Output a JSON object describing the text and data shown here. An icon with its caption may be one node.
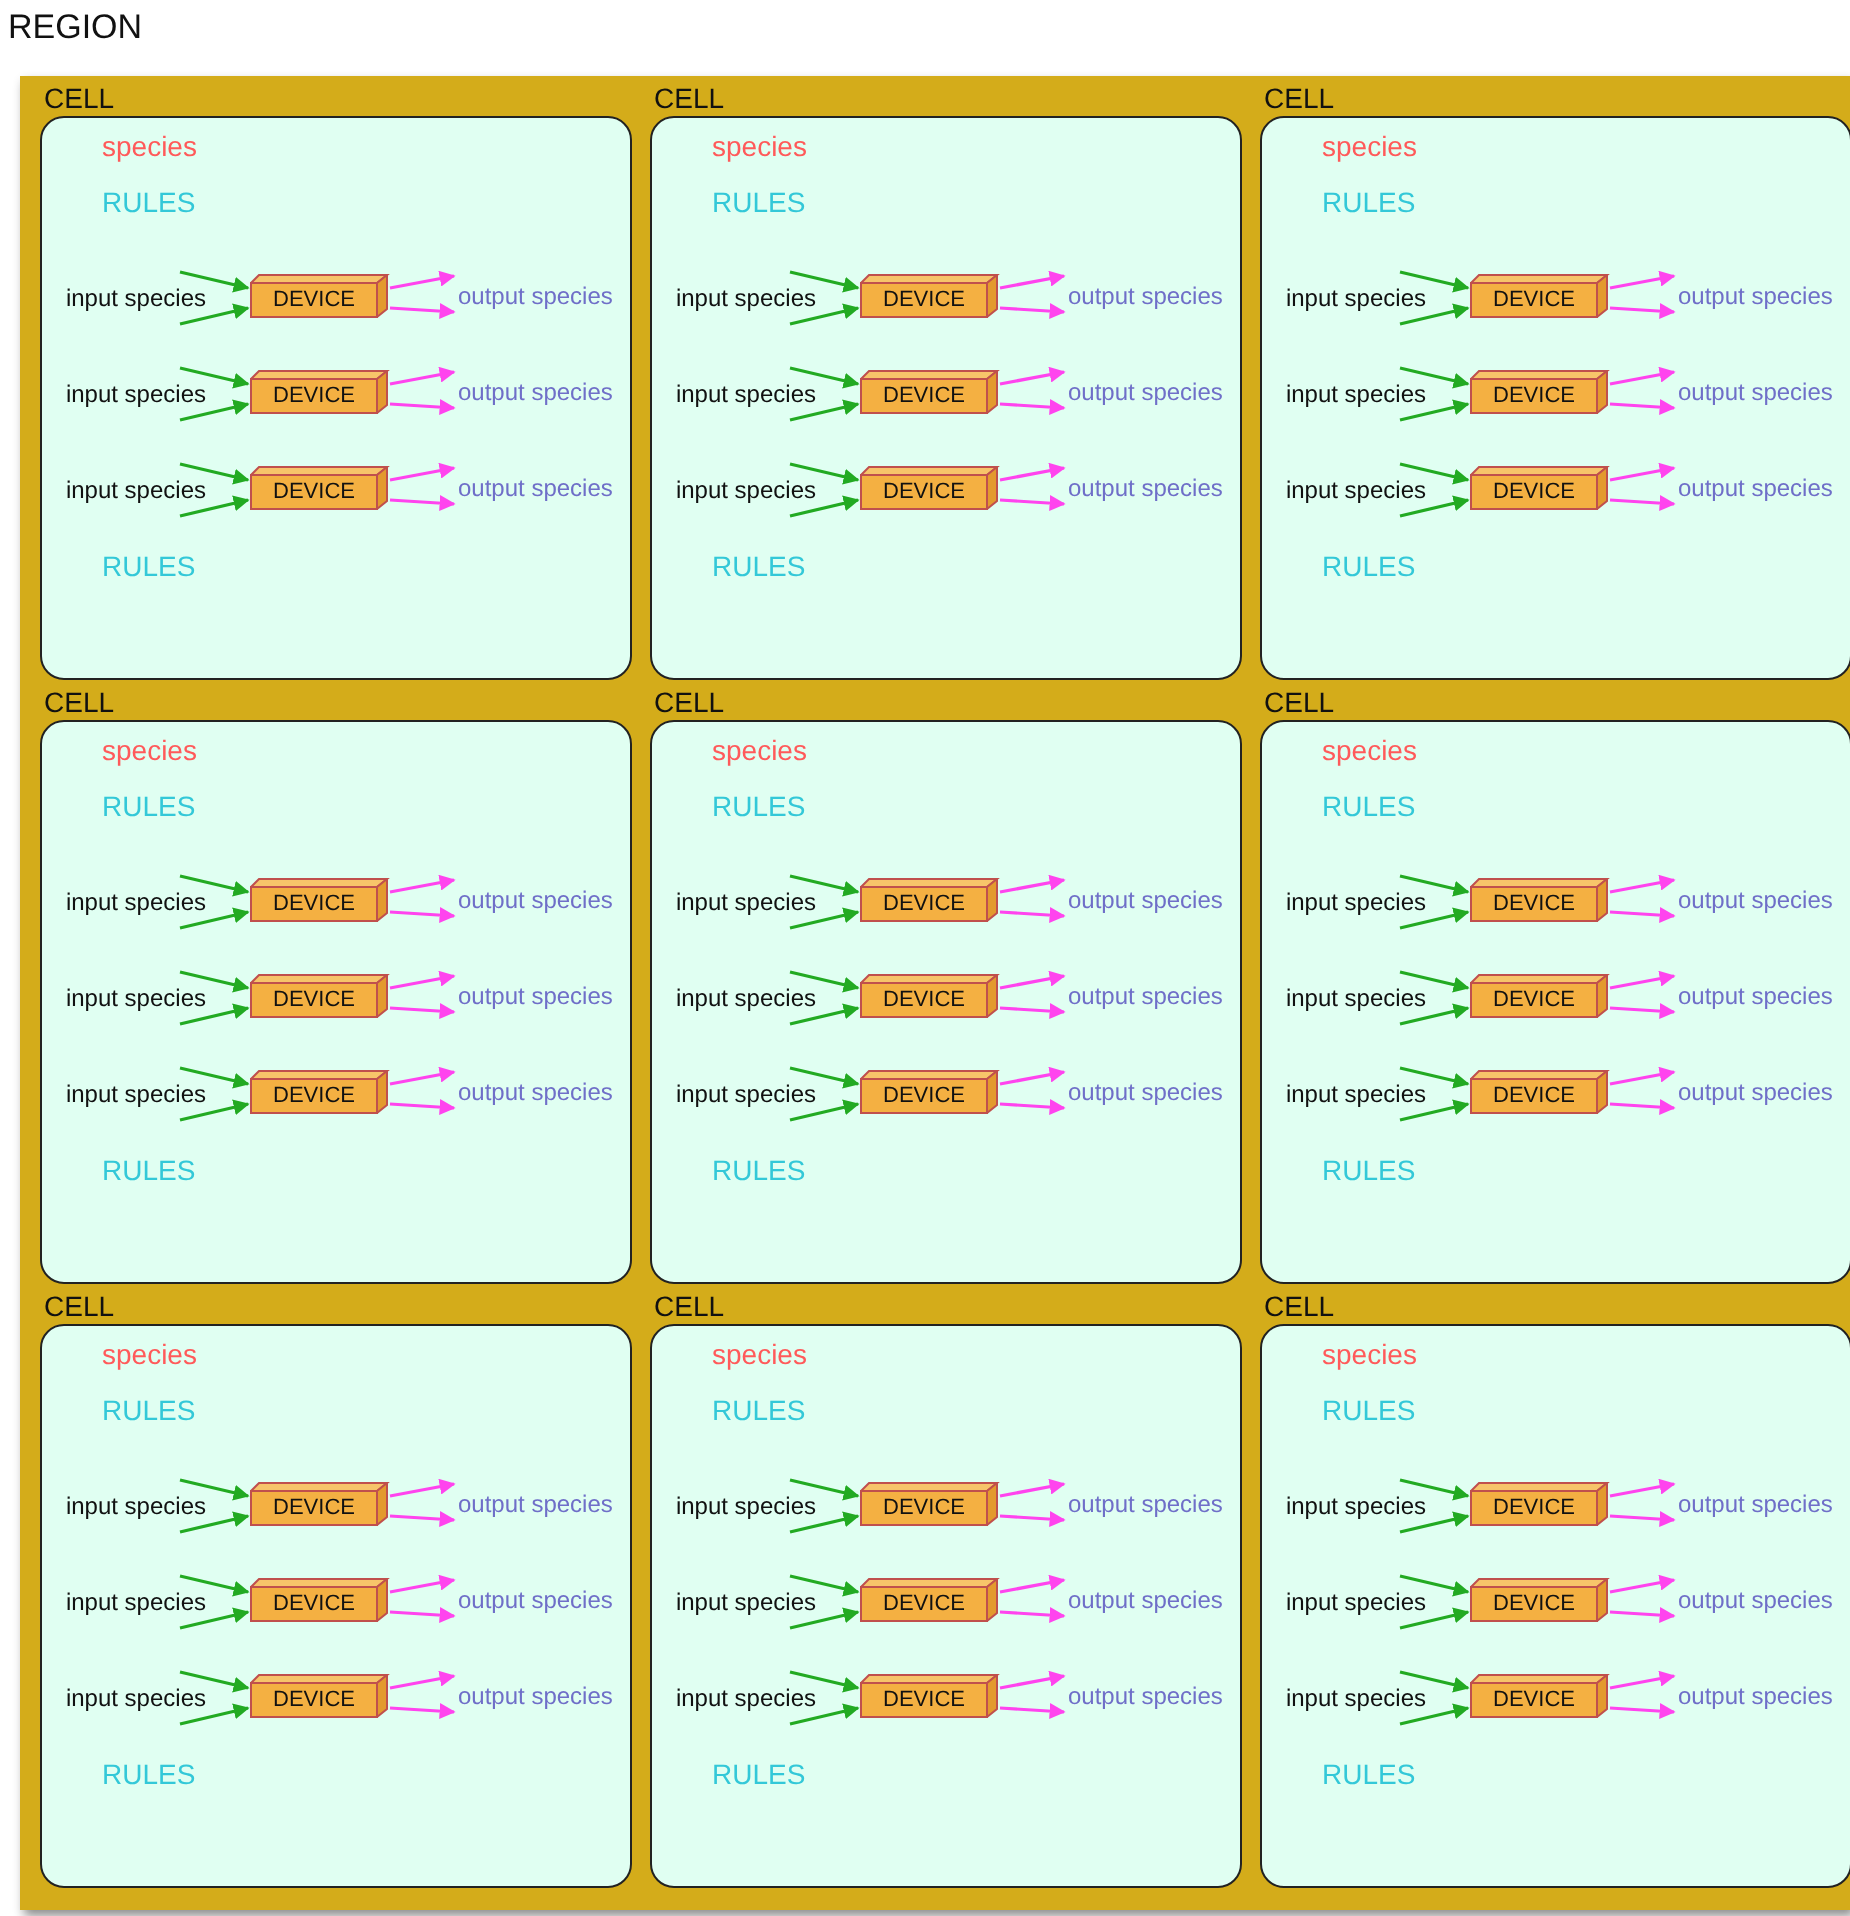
{
  "diagram": {
    "nodes": [
      {
        "text": [
          "REGION"
        ]
      },
      {
        "text": [
          "CELL",
          "species",
          "RULES",
          "RULES"
        ],
        "in": 0
      },
      {
        "text": [
          "DEVICE"
        ],
        "in": 1,
        "beside": [
          "input species"
        ]
      },
      {
        "text": [
          "DEVICE"
        ],
        "in": 1,
        "beside": [
          "input species"
        ]
      },
      {
        "text": [
          "DEVICE"
        ],
        "in": 1,
        "beside": [
          "input species"
        ]
      },
      {
        "text": [
          "CELL",
          "species",
          "RULES",
          "RULES"
        ],
        "in": 0
      },
      {
        "text": [
          "DEVICE"
        ],
        "in": 5,
        "beside": [
          "input species"
        ]
      },
      {
        "text": [
          "DEVICE"
        ],
        "in": 5,
        "beside": [
          "input species"
        ]
      },
      {
        "text": [
          "DEVICE"
        ],
        "in": 5,
        "beside": [
          "input species"
        ]
      },
      {
        "text": [
          "CELL",
          "species",
          "RULES",
          "RULES"
        ],
        "in": 0
      },
      {
        "text": [
          "DEVICE"
        ],
        "in": 9,
        "beside": [
          "input species"
        ]
      },
      {
        "text": [
          "DEVICE"
        ],
        "in": 9,
        "beside": [
          "input species"
        ]
      },
      {
        "text": [
          "DEVICE"
        ],
        "in": 9,
        "beside": [
          "input species"
        ]
      },
      {
        "text": [
          "CELL",
          "species",
          "RULES",
          "RULES"
        ],
        "in": 0
      },
      {
        "text": [
          "DEVICE"
        ],
        "in": 13,
        "beside": [
          "input species"
        ]
      },
      {
        "text": [
          "DEVICE"
        ],
        "in": 13,
        "beside": [
          "input species"
        ]
      },
      {
        "text": [
          "DEVICE"
        ],
        "in": 13,
        "beside": [
          "input species"
        ]
      },
      {
        "text": [
          "CELL",
          "species",
          "RULES",
          "RULES"
        ],
        "in": 0
      },
      {
        "text": [
          "DEVICE"
        ],
        "in": 17,
        "beside": [
          "input species"
        ]
      },
      {
        "text": [
          "DEVICE"
        ],
        "in": 17,
        "beside": [
          "input species"
        ]
      },
      {
        "text": [
          "DEVICE"
        ],
        "in": 17,
        "beside": [
          "input species"
        ]
      },
      {
        "text": [
          "CELL",
          "species",
          "RULES",
          "RULES"
        ],
        "in": 0
      },
      {
        "text": [
          "DEVICE"
        ],
        "in": 21,
        "beside": [
          "input species"
        ]
      },
      {
        "text": [
          "DEVICE"
        ],
        "in": 21,
        "beside": [
          "input species"
        ]
      },
      {
        "text": [
          "DEVICE"
        ],
        "in": 21,
        "beside": [
          "input species"
        ]
      },
      {
        "text": [
          "CELL",
          "species",
          "RULES",
          "RULES"
        ],
        "in": 0
      },
      {
        "text": [
          "DEVICE"
        ],
        "in": 25,
        "beside": [
          "input species"
        ]
      },
      {
        "text": [
          "DEVICE"
        ],
        "in": 25,
        "beside": [
          "input species"
        ]
      },
      {
        "text": [
          "DEVICE"
        ],
        "in": 25,
        "beside": [
          "input species"
        ]
      },
      {
        "text": [
          "CELL",
          "species",
          "RULES",
          "RULES"
        ],
        "in": 0
      },
      {
        "text": [
          "DEVICE"
        ],
        "in": 29,
        "beside": [
          "input species"
        ]
      },
      {
        "text": [
          "DEVICE"
        ],
        "in": 29,
        "beside": [
          "input species"
        ]
      },
      {
        "text": [
          "DEVICE"
        ],
        "in": 29,
        "beside": [
          "input species"
        ]
      },
      {
        "text": [
          "CELL",
          "species",
          "RULES",
          "RULES"
        ],
        "in": 0
      },
      {
        "text": [
          "DEVICE"
        ],
        "in": 33,
        "beside": [
          "input species"
        ]
      },
      {
        "text": [
          "DEVICE"
        ],
        "in": 33,
        "beside": [
          "input species"
        ]
      },
      {
        "text": [
          "DEVICE"
        ],
        "in": 33,
        "beside": [
          "input species"
        ]
      },
      {
        "text": [
          "output species"
        ],
        "in": 1
      },
      {
        "text": [
          "output species"
        ],
        "in": 1
      },
      {
        "text": [
          "output species"
        ],
        "in": 1
      },
      {
        "text": [
          "output species"
        ],
        "in": 5
      },
      {
        "text": [
          "output species"
        ],
        "in": 5
      },
      {
        "text": [
          "output species"
        ],
        "in": 5
      },
      {
        "text": [
          "output species"
        ],
        "in": 9
      },
      {
        "text": [
          "output species"
        ],
        "in": 9
      },
      {
        "text": [
          "output species"
        ],
        "in": 9
      },
      {
        "text": [
          "output species"
        ],
        "in": 13
      },
      {
        "text": [
          "output species"
        ],
        "in": 13
      },
      {
        "text": [
          "output species"
        ],
        "in": 13
      },
      {
        "text": [
          "output species"
        ],
        "in": 17
      },
      {
        "text": [
          "output species"
        ],
        "in": 17
      },
      {
        "text": [
          "output species"
        ],
        "in": 17
      },
      {
        "text": [
          "output species"
        ],
        "in": 21
      },
      {
        "text": [
          "output species"
        ],
        "in": 21
      },
      {
        "text": [
          "output species"
        ],
        "in": 21
      },
      {
        "text": [
          "output species"
        ],
        "in": 25
      },
      {
        "text": [
          "output species"
        ],
        "in": 25
      },
      {
        "text": [
          "output species"
        ],
        "in": 25
      },
      {
        "text": [
          "output species"
        ],
        "in": 29
      },
      {
        "text": [
          "output species"
        ],
        "in": 29
      },
      {
        "text": [
          "output species"
        ],
        "in": 29
      },
      {
        "text": [
          "output species"
        ],
        "in": 33
      },
      {
        "text": [
          "output species"
        ],
        "in": 33
      },
      {
        "text": [
          "output species"
        ],
        "in": 33
      }
    ],
    "edges": [
      {
        "from": null,
        "to": 2,
        "arrow": "to",
        "color": "#22aa22"
      },
      {
        "from": null,
        "to": 2,
        "arrow": "to",
        "color": "#22aa22"
      },
      {
        "from": 2,
        "to": 37,
        "arrow": "to",
        "color": "#ff44ee"
      },
      {
        "from": 2,
        "to": 37,
        "arrow": "to",
        "color": "#ff44ee"
      },
      {
        "from": null,
        "to": 3,
        "arrow": "to",
        "color": "#22aa22"
      },
      {
        "from": null,
        "to": 3,
        "arrow": "to",
        "color": "#22aa22"
      },
      {
        "from": 3,
        "to": 38,
        "arrow": "to",
        "color": "#ff44ee"
      },
      {
        "from": 3,
        "to": 38,
        "arrow": "to",
        "color": "#ff44ee"
      },
      {
        "from": null,
        "to": 4,
        "arrow": "to",
        "color": "#22aa22"
      },
      {
        "from": null,
        "to": 4,
        "arrow": "to",
        "color": "#22aa22"
      },
      {
        "from": 4,
        "to": 39,
        "arrow": "to",
        "color": "#ff44ee"
      },
      {
        "from": 4,
        "to": 39,
        "arrow": "to",
        "color": "#ff44ee"
      },
      {
        "from": null,
        "to": 6,
        "arrow": "to",
        "color": "#22aa22"
      },
      {
        "from": null,
        "to": 6,
        "arrow": "to",
        "color": "#22aa22"
      },
      {
        "from": 6,
        "to": 40,
        "arrow": "to",
        "color": "#ff44ee"
      },
      {
        "from": 6,
        "to": 40,
        "arrow": "to",
        "color": "#ff44ee"
      },
      {
        "from": null,
        "to": 7,
        "arrow": "to",
        "color": "#22aa22"
      },
      {
        "from": null,
        "to": 7,
        "arrow": "to",
        "color": "#22aa22"
      },
      {
        "from": 7,
        "to": 41,
        "arrow": "to",
        "color": "#ff44ee"
      },
      {
        "from": 7,
        "to": 41,
        "arrow": "to",
        "color": "#ff44ee"
      },
      {
        "from": null,
        "to": 8,
        "arrow": "to",
        "color": "#22aa22"
      },
      {
        "from": null,
        "to": 8,
        "arrow": "to",
        "color": "#22aa22"
      },
      {
        "from": 8,
        "to": 42,
        "arrow": "to",
        "color": "#ff44ee"
      },
      {
        "from": 8,
        "to": 42,
        "arrow": "to",
        "color": "#ff44ee"
      },
      {
        "from": null,
        "to": 10,
        "arrow": "to",
        "color": "#22aa22"
      },
      {
        "from": null,
        "to": 10,
        "arrow": "to",
        "color": "#22aa22"
      },
      {
        "from": 10,
        "to": 43,
        "arrow": "to",
        "color": "#ff44ee"
      },
      {
        "from": 10,
        "to": 43,
        "arrow": "to",
        "color": "#ff44ee"
      },
      {
        "from": null,
        "to": 11,
        "arrow": "to",
        "color": "#22aa22"
      },
      {
        "from": null,
        "to": 11,
        "arrow": "to",
        "color": "#22aa22"
      },
      {
        "from": 11,
        "to": 44,
        "arrow": "to",
        "color": "#ff44ee"
      },
      {
        "from": 11,
        "to": 44,
        "arrow": "to",
        "color": "#ff44ee"
      },
      {
        "from": null,
        "to": 12,
        "arrow": "to",
        "color": "#22aa22"
      },
      {
        "from": null,
        "to": 12,
        "arrow": "to",
        "color": "#22aa22"
      },
      {
        "from": 12,
        "to": 45,
        "arrow": "to",
        "color": "#ff44ee"
      },
      {
        "from": 12,
        "to": 45,
        "arrow": "to",
        "color": "#ff44ee"
      },
      {
        "from": null,
        "to": 14,
        "arrow": "to",
        "color": "#22aa22"
      },
      {
        "from": null,
        "to": 14,
        "arrow": "to",
        "color": "#22aa22"
      },
      {
        "from": 14,
        "to": 46,
        "arrow": "to",
        "color": "#ff44ee"
      },
      {
        "from": 14,
        "to": 46,
        "arrow": "to",
        "color": "#ff44ee"
      },
      {
        "from": null,
        "to": 15,
        "arrow": "to",
        "color": "#22aa22"
      },
      {
        "from": null,
        "to": 15,
        "arrow": "to",
        "color": "#22aa22"
      },
      {
        "from": 15,
        "to": 47,
        "arrow": "to",
        "color": "#ff44ee"
      },
      {
        "from": 15,
        "to": 47,
        "arrow": "to",
        "color": "#ff44ee"
      },
      {
        "from": null,
        "to": 16,
        "arrow": "to",
        "color": "#22aa22"
      },
      {
        "from": null,
        "to": 16,
        "arrow": "to",
        "color": "#22aa22"
      },
      {
        "from": 16,
        "to": 48,
        "arrow": "to",
        "color": "#ff44ee"
      },
      {
        "from": 16,
        "to": 48,
        "arrow": "to",
        "color": "#ff44ee"
      },
      {
        "from": null,
        "to": 18,
        "arrow": "to",
        "color": "#22aa22"
      },
      {
        "from": null,
        "to": 18,
        "arrow": "to",
        "color": "#22aa22"
      },
      {
        "from": 18,
        "to": 49,
        "arrow": "to",
        "color": "#ff44ee"
      },
      {
        "from": 18,
        "to": 49,
        "arrow": "to",
        "color": "#ff44ee"
      },
      {
        "from": null,
        "to": 19,
        "arrow": "to",
        "color": "#22aa22"
      },
      {
        "from": null,
        "to": 19,
        "arrow": "to",
        "color": "#22aa22"
      },
      {
        "from": 19,
        "to": 50,
        "arrow": "to",
        "color": "#ff44ee"
      },
      {
        "from": 19,
        "to": 50,
        "arrow": "to",
        "color": "#ff44ee"
      },
      {
        "from": null,
        "to": 20,
        "arrow": "to",
        "color": "#22aa22"
      },
      {
        "from": null,
        "to": 20,
        "arrow": "to",
        "color": "#22aa22"
      },
      {
        "from": 20,
        "to": 51,
        "arrow": "to",
        "color": "#ff44ee"
      },
      {
        "from": 20,
        "to": 51,
        "arrow": "to",
        "color": "#ff44ee"
      },
      {
        "from": null,
        "to": 22,
        "arrow": "to",
        "color": "#22aa22"
      },
      {
        "from": null,
        "to": 22,
        "arrow": "to",
        "color": "#22aa22"
      },
      {
        "from": 22,
        "to": 52,
        "arrow": "to",
        "color": "#ff44ee"
      },
      {
        "from": 22,
        "to": 52,
        "arrow": "to",
        "color": "#ff44ee"
      },
      {
        "from": null,
        "to": 23,
        "arrow": "to",
        "color": "#22aa22"
      },
      {
        "from": null,
        "to": 23,
        "arrow": "to",
        "color": "#22aa22"
      },
      {
        "from": 23,
        "to": 53,
        "arrow": "to",
        "color": "#ff44ee"
      },
      {
        "from": 23,
        "to": 53,
        "arrow": "to",
        "color": "#ff44ee"
      },
      {
        "from": null,
        "to": 24,
        "arrow": "to",
        "color": "#22aa22"
      },
      {
        "from": null,
        "to": 24,
        "arrow": "to",
        "color": "#22aa22"
      },
      {
        "from": 24,
        "to": 54,
        "arrow": "to",
        "color": "#ff44ee"
      },
      {
        "from": 24,
        "to": 54,
        "arrow": "to",
        "color": "#ff44ee"
      },
      {
        "from": null,
        "to": 26,
        "arrow": "to",
        "color": "#22aa22"
      },
      {
        "from": null,
        "to": 26,
        "arrow": "to",
        "color": "#22aa22"
      },
      {
        "from": 26,
        "to": 55,
        "arrow": "to",
        "color": "#ff44ee"
      },
      {
        "from": 26,
        "to": 55,
        "arrow": "to",
        "color": "#ff44ee"
      },
      {
        "from": null,
        "to": 27,
        "arrow": "to",
        "color": "#22aa22"
      },
      {
        "from": null,
        "to": 27,
        "arrow": "to",
        "color": "#22aa22"
      },
      {
        "from": 27,
        "to": 56,
        "arrow": "to",
        "color": "#ff44ee"
      },
      {
        "from": 27,
        "to": 56,
        "arrow": "to",
        "color": "#ff44ee"
      },
      {
        "from": null,
        "to": 28,
        "arrow": "to",
        "color": "#22aa22"
      },
      {
        "from": null,
        "to": 28,
        "arrow": "to",
        "color": "#22aa22"
      },
      {
        "from": 28,
        "to": 57,
        "arrow": "to",
        "color": "#ff44ee"
      },
      {
        "from": 28,
        "to": 57,
        "arrow": "to",
        "color": "#ff44ee"
      },
      {
        "from": null,
        "to": 30,
        "arrow": "to",
        "color": "#22aa22"
      },
      {
        "from": null,
        "to": 30,
        "arrow": "to",
        "color": "#22aa22"
      },
      {
        "from": 30,
        "to": 58,
        "arrow": "to",
        "color": "#ff44ee"
      },
      {
        "from": 30,
        "to": 58,
        "arrow": "to",
        "color": "#ff44ee"
      },
      {
        "from": null,
        "to": 31,
        "arrow": "to",
        "color": "#22aa22"
      },
      {
        "from": null,
        "to": 31,
        "arrow": "to",
        "color": "#22aa22"
      },
      {
        "from": 31,
        "to": 59,
        "arrow": "to",
        "color": "#ff44ee"
      },
      {
        "from": 31,
        "to": 59,
        "arrow": "to",
        "color": "#ff44ee"
      },
      {
        "from": null,
        "to": 32,
        "arrow": "to",
        "color": "#22aa22"
      },
      {
        "from": null,
        "to": 32,
        "arrow": "to",
        "color": "#22aa22"
      },
      {
        "from": 32,
        "to": 60,
        "arrow": "to",
        "color": "#ff44ee"
      },
      {
        "from": 32,
        "to": 60,
        "arrow": "to",
        "color": "#ff44ee"
      },
      {
        "from": null,
        "to": 34,
        "arrow": "to",
        "color": "#22aa22"
      },
      {
        "from": null,
        "to": 34,
        "arrow": "to",
        "color": "#22aa22"
      },
      {
        "from": 34,
        "to": 61,
        "arrow": "to",
        "color": "#ff44ee"
      },
      {
        "from": 34,
        "to": 61,
        "arrow": "to",
        "color": "#ff44ee"
      },
      {
        "from": null,
        "to": 35,
        "arrow": "to",
        "color": "#22aa22"
      },
      {
        "from": null,
        "to": 35,
        "arrow": "to",
        "color": "#22aa22"
      },
      {
        "from": 35,
        "to": 62,
        "arrow": "to",
        "color": "#ff44ee"
      },
      {
        "from": 35,
        "to": 62,
        "arrow": "to",
        "color": "#ff44ee"
      },
      {
        "from": null,
        "to": 36,
        "arrow": "to",
        "color": "#22aa22"
      },
      {
        "from": null,
        "to": 36,
        "arrow": "to",
        "color": "#22aa22"
      },
      {
        "from": 36,
        "to": 63,
        "arrow": "to",
        "color": "#ff44ee"
      },
      {
        "from": 36,
        "to": 63,
        "arrow": "to",
        "color": "#ff44ee"
      }
    ]
  }
}
